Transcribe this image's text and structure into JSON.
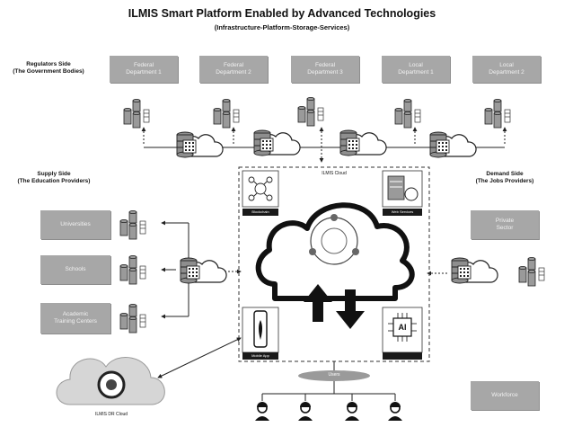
{
  "title": "ILMIS Smart Platform Enabled by Advanced Technologies",
  "subtitle": "(Infrastructure-Platform-Storage-Services)",
  "regulators": {
    "label_line1": "Regulators Side",
    "label_line2": "(The Government Bodies)",
    "boxes": [
      "Federal\nDepartment 1",
      "Federal\nDepartment 2",
      "Federal\nDepartment 3",
      "Local\nDepartment 1",
      "Local\nDepartment 2"
    ]
  },
  "supply": {
    "label_line1": "Supply Side",
    "label_line2": "(The Education Providers)",
    "boxes": [
      "Universities",
      "Schools",
      "Academic\nTraining Centers"
    ]
  },
  "demand": {
    "label_line1": "Demand Side",
    "label_line2": "(The Jobs Providers)",
    "boxes": [
      "Private\nSector",
      "Workforce"
    ]
  },
  "center": {
    "cloud_label": "ILMIS Cloud",
    "ai_text": "AI",
    "bottom_label": "Users",
    "panel_labels": [
      "Blockchain",
      "Web Services",
      "",
      "Mobile App"
    ]
  },
  "backup": {
    "label": "ILMIS DR Cloud"
  },
  "colors": {
    "box_grey": "#a7a7a7",
    "dark": "#111111",
    "line": "#222222"
  }
}
